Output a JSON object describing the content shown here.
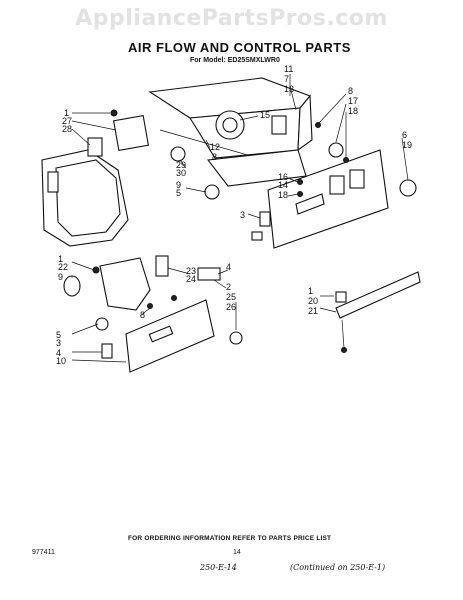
{
  "watermark": "AppliancePartsPros.com",
  "title": "AIR FLOW AND CONTROL PARTS",
  "model_line": "For Model: ED25SMXLWR0",
  "footnote": "FOR ORDERING INFORMATION REFER TO PARTS PRICE LIST",
  "part_number": "977411",
  "page_number": "14",
  "handwritten_left": "250-E-14",
  "handwritten_right": "(Continued on 250-E-1)",
  "callouts": [
    "1",
    "27",
    "28",
    "11",
    "7",
    "13",
    "15",
    "8",
    "17",
    "18",
    "6",
    "19",
    "29",
    "30",
    "12",
    "8",
    "9",
    "5",
    "16",
    "14",
    "18",
    "3",
    "1",
    "22",
    "9",
    "23",
    "24",
    "4",
    "2",
    "25",
    "26",
    "8",
    "5",
    "3",
    "4",
    "10",
    "1",
    "20",
    "21"
  ]
}
